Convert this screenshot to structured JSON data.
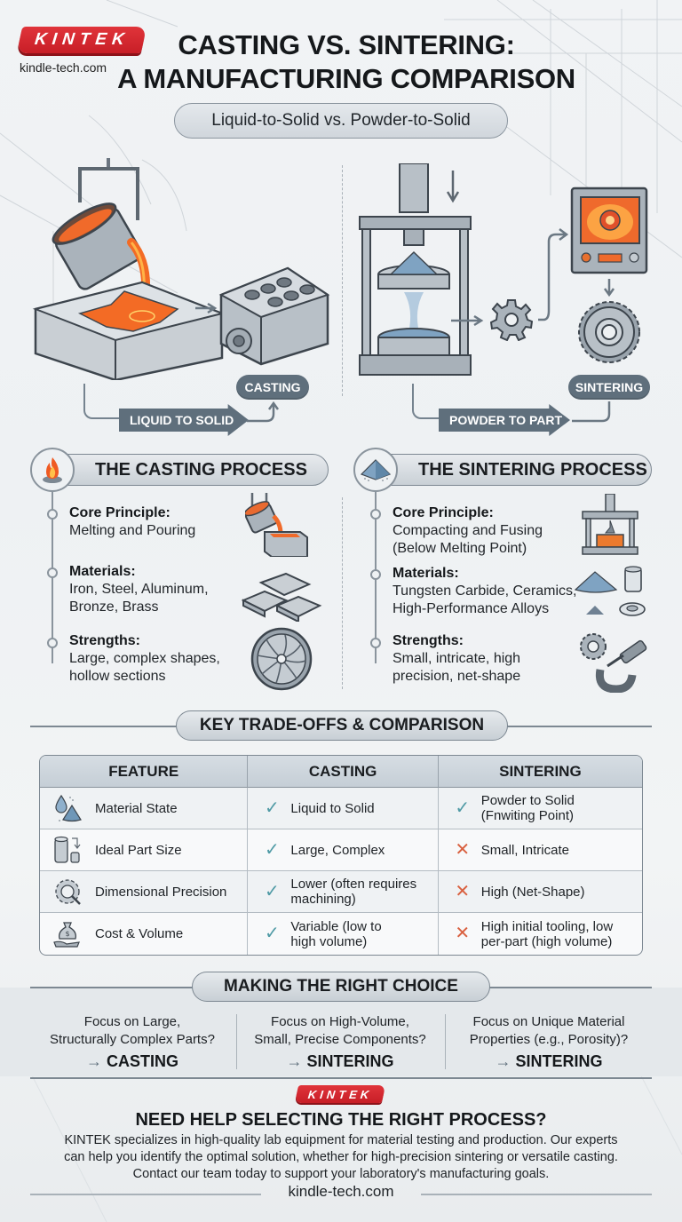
{
  "brand": {
    "logo_text": "KINTEK",
    "domain": "kindle-tech.com",
    "color": "#d3252d"
  },
  "header": {
    "title_line1": "CASTING VS. SINTERING:",
    "title_line2": "A MANUFACTURING COMPARISON",
    "subtitle": "Liquid-to-Solid vs. Powder-to-Solid"
  },
  "illustration": {
    "casting": {
      "result_label": "CASTING",
      "flow_label": "LIQUID TO SOLID",
      "icons": [
        "ladle-pouring-icon",
        "mold-icon",
        "engine-block-icon"
      ]
    },
    "sintering": {
      "result_label": "SINTERING",
      "flow_label": "POWDER TO PART",
      "icons": [
        "press-icon",
        "green-gear-icon",
        "furnace-icon",
        "finished-gear-icon"
      ]
    }
  },
  "casting_process": {
    "title": "THE CASTING PROCESS",
    "icon": "flame-icon",
    "items": [
      {
        "label": "Core Principle:",
        "lines": [
          "Melting and Pouring"
        ],
        "icon": "ladle-icon"
      },
      {
        "label": "Materials:",
        "lines": [
          "Iron, Steel, Aluminum,",
          "Bronze, Brass"
        ],
        "icon": "ingots-icon"
      },
      {
        "label": "Strengths:",
        "lines": [
          "Large, complex shapes,",
          "hollow sections"
        ],
        "icon": "turbine-icon"
      }
    ]
  },
  "sintering_process": {
    "title": "THE SINTERING PROCESS",
    "icon": "powder-pile-icon",
    "items": [
      {
        "label": "Core Principle:",
        "lines": [
          "Compacting and Fusing",
          "(Below Melting Point)"
        ],
        "icon": "press-icon"
      },
      {
        "label": "Materials:",
        "lines": [
          "Tungsten Carbide, Ceramics,",
          "High-Performance Alloys"
        ],
        "icon": "powder-parts-icon"
      },
      {
        "label": "Strengths:",
        "lines": [
          "Small, intricate, high",
          "precision, net-shape"
        ],
        "icon": "gear-micrometer-icon"
      }
    ]
  },
  "comparison": {
    "title": "KEY TRADE-OFFS & COMPARISON",
    "headers": [
      "FEATURE",
      "CASTING",
      "SINTERING"
    ],
    "rows": [
      {
        "feature": "Material State",
        "icon": "droplet-powder-icon",
        "casting": {
          "mark": "check",
          "lines": [
            "Liquid to Solid"
          ]
        },
        "sintering": {
          "mark": "check",
          "lines": [
            "Powder to Solid",
            "(Fnwiting Point)"
          ]
        }
      },
      {
        "feature": "Ideal Part Size",
        "icon": "cylinders-icon",
        "casting": {
          "mark": "check",
          "lines": [
            "Large, Complex"
          ]
        },
        "sintering": {
          "mark": "cross",
          "lines": [
            "Small, Intricate"
          ]
        }
      },
      {
        "feature": "Dimensional Precision",
        "icon": "gear-magnifier-icon",
        "casting": {
          "mark": "check",
          "lines": [
            "Lower (often requires",
            "machining)"
          ]
        },
        "sintering": {
          "mark": "cross",
          "lines": [
            "High (Net-Shape)"
          ]
        }
      },
      {
        "feature": "Cost & Volume",
        "icon": "money-bag-icon",
        "casting": {
          "mark": "check",
          "lines": [
            "Variable (low to",
            "high volume)"
          ]
        },
        "sintering": {
          "mark": "cross",
          "lines": [
            "High initial tooling, low",
            "per-part (high volume)"
          ]
        }
      }
    ],
    "marks": {
      "check": "✓",
      "cross": "✕"
    },
    "colors": {
      "check": "#4f9aa5",
      "cross": "#d9603f"
    }
  },
  "choice": {
    "title": "MAKING THE RIGHT CHOICE",
    "columns": [
      {
        "q1": "Focus on Large,",
        "q2": "Structurally Complex Parts?",
        "arrow": "→",
        "answer": "CASTING"
      },
      {
        "q1": "Focus on High-Volume,",
        "q2": "Small, Precise Components?",
        "arrow": "→",
        "answer": "SINTERING"
      },
      {
        "q1": "Focus on Unique Material",
        "q2": "Properties (e.g., Porosity)?",
        "arrow": "→",
        "answer": "SINTERING"
      }
    ]
  },
  "cta": {
    "logo_text": "KINTEK",
    "title": "NEED HELP SELECTING THE RIGHT PROCESS?",
    "body_lines": [
      "KINTEK specializes in high-quality lab equipment for material testing and production. Our experts",
      "can help you identify the optimal solution, whether for high-precision sintering or versatile casting.",
      "Contact our team today to support your laboratory's manufacturing goals."
    ],
    "domain": "kindle-tech.com"
  }
}
